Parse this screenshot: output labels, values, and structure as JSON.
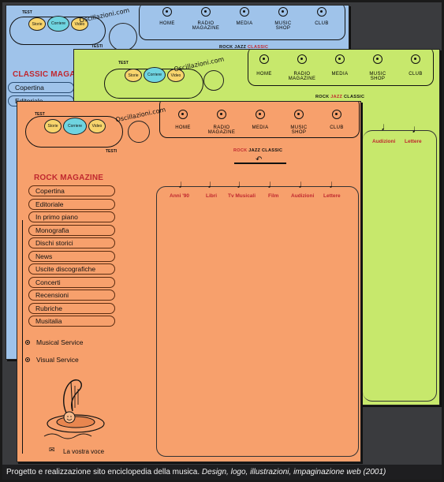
{
  "nav": [
    "HOME",
    "RADIO MAGAZINE",
    "MEDIA",
    "MUSIC SHOP",
    "CLUB"
  ],
  "logo": {
    "title": "Oscillazioni.com",
    "bubbles": [
      "Storie",
      "Corriere",
      "Video"
    ],
    "tag_top": "TEST",
    "tag_bottom": "TESTI"
  },
  "genres": {
    "rock": "ROCK",
    "jazz": "JAZZ",
    "classic": "CLASSIC"
  },
  "blue": {
    "title": "CLASSIC MAGAZINE",
    "menu": [
      "Copertina",
      "Editoriale"
    ]
  },
  "green": {
    "subnav": [
      "Audizioni",
      "Lettere"
    ]
  },
  "orange": {
    "title": "ROCK MAGAZINE",
    "menu": [
      "Copertina",
      "Editoriale",
      "In primo piano",
      "Monografia",
      "Dischi storici",
      "News",
      "Uscite discografiche",
      "Concerti",
      "Recensioni",
      "Rubriche",
      "Musitalia"
    ],
    "services": [
      "Musical Service",
      "Visual Service"
    ],
    "subnav": [
      "Anni '90",
      "Libri",
      "Tv Musicali",
      "Film",
      "Audizioni",
      "Lettere"
    ],
    "footer_link": "La vostra voce"
  },
  "caption": {
    "plain": "Progetto e realizzazione sito enciclopedia della musica.",
    "italic": "Design, logo, illustrazioni, impaginazione web (2001)"
  },
  "colors": {
    "blue_bg": "#9fc3ea",
    "green_bg": "#c7e86c",
    "orange_bg": "#f7a06c",
    "accent_red": "#c0282f"
  }
}
